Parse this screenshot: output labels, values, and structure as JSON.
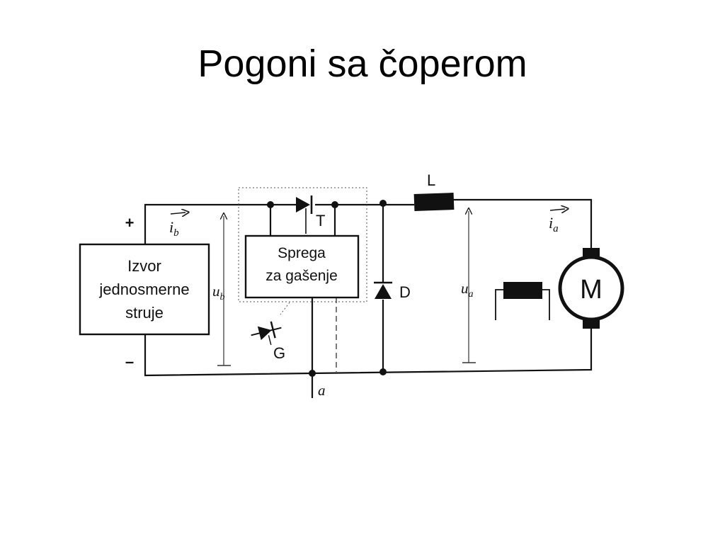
{
  "slide": {
    "title": "Pogoni sa čoperom"
  },
  "diagram": {
    "source_box": {
      "line1": "Izvor",
      "line2": "jednosmerne",
      "line3": "struje"
    },
    "commutation_box": {
      "line1": "Sprega",
      "line2": "za gašenje"
    },
    "labels": {
      "plus": "+",
      "minus": "–",
      "thyristor_main": "T",
      "thyristor_aux": "G",
      "diode": "D",
      "inductor": "L",
      "motor": "M",
      "current_b_letter": "i",
      "current_b_sub": "b",
      "current_a_letter": "i",
      "current_a_sub": "a",
      "voltage_b_letter": "u",
      "voltage_b_sub": "b",
      "voltage_a_letter": "u",
      "voltage_a_sub": "a",
      "control_signal": "a"
    }
  }
}
